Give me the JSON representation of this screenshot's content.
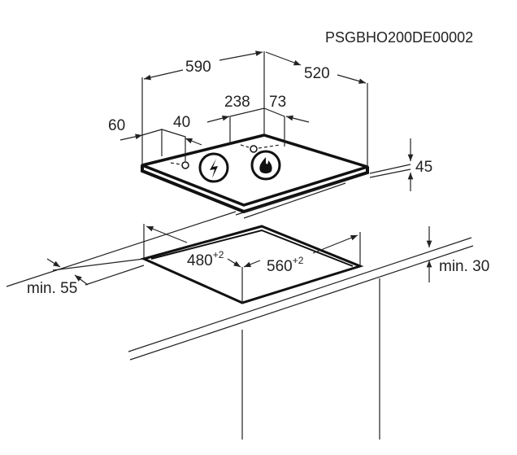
{
  "code": "PSGBHO200DE00002",
  "hob_dimensions": {
    "width": "590",
    "depth": "520",
    "burner_offset_a": "238",
    "burner_offset_b": "73",
    "knob_offset_a": "60",
    "knob_offset_b": "40",
    "height": "45"
  },
  "icons": [
    "electric-bolt-icon",
    "gas-flame-icon"
  ],
  "cutout": {
    "depth": "480",
    "depth_tolerance": "+2",
    "width": "560",
    "width_tolerance": "+2",
    "min_front": "min. 55",
    "min_worktop": "min. 30"
  }
}
